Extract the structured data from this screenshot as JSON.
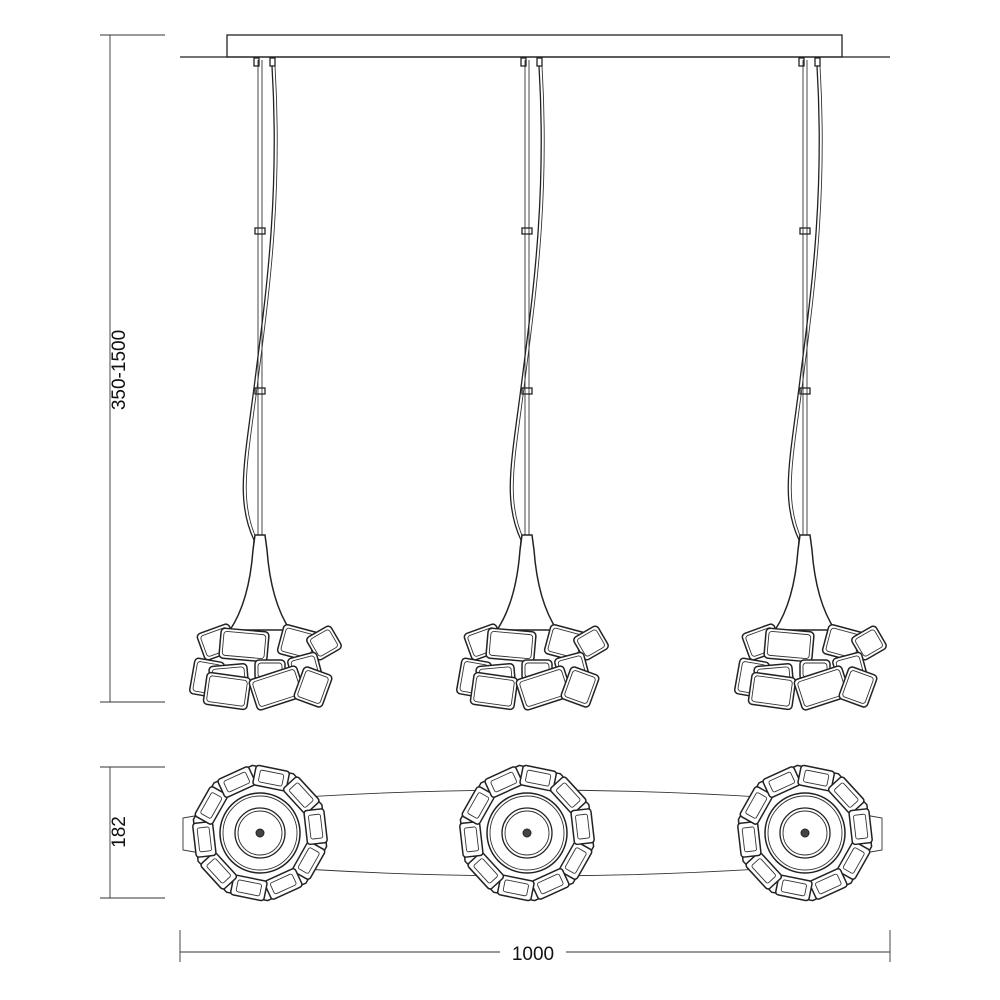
{
  "drawing": {
    "dimensions": {
      "height_range": "350-1500",
      "canopy_depth": "182",
      "overall_width": "1000"
    },
    "pendant_count": 3,
    "line_color": "#222222",
    "background": "#ffffff"
  }
}
